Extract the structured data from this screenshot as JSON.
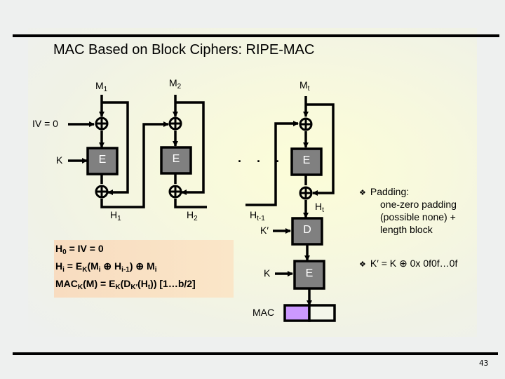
{
  "slide": {
    "title": "MAC Based on Block Ciphers: RIPE-MAC",
    "page_number": "43"
  },
  "diagram": {
    "inputs": {
      "m1": {
        "base": "M",
        "sub": "1"
      },
      "m2": {
        "base": "M",
        "sub": "2"
      },
      "mt": {
        "base": "M",
        "sub": "t"
      },
      "iv": "IV = 0",
      "k": "K",
      "k_prime": "K′",
      "k_final": "K"
    },
    "blocks": {
      "e1": "E",
      "e2": "E",
      "et": "E",
      "d": "D",
      "e_final": "E"
    },
    "outputs": {
      "h1": {
        "base": "H",
        "sub": "1"
      },
      "h2": {
        "base": "H",
        "sub": "2"
      },
      "ht_minus_1": {
        "base": "H",
        "sub": "t-1"
      },
      "ht": {
        "base": "H",
        "sub": "t"
      },
      "mac": "MAC"
    },
    "ellipsis": "· · ·",
    "mac_fill_color": "#cc99ff",
    "block_color": "#808080"
  },
  "formulas": {
    "line1": {
      "a": "H",
      "a_sub": "0",
      "rest": " = IV = 0"
    },
    "line2": {
      "a": "H",
      "a_sub": "i",
      "b": " = E",
      "b_sub": "K",
      "c": "(M",
      "c_sub": "i",
      "d": " ⊕ H",
      "d_sub": "i-1",
      "e": ") ⊕ M",
      "e_sub": "i"
    },
    "line3": {
      "a": "MAC",
      "a_sub": "K",
      "b": "(M) = E",
      "b_sub": "K",
      "c": "(D",
      "c_sub": "K′",
      "d": "(H",
      "d_sub": "t",
      "e": ")) [1…b/2]"
    }
  },
  "notes": [
    {
      "bullet": "❖",
      "lines": [
        "Padding:",
        "one-zero padding",
        "(possible none) +",
        "length block"
      ]
    },
    {
      "bullet": "❖",
      "text": "K′ = K ⊕ 0x 0f0f…0f"
    }
  ]
}
